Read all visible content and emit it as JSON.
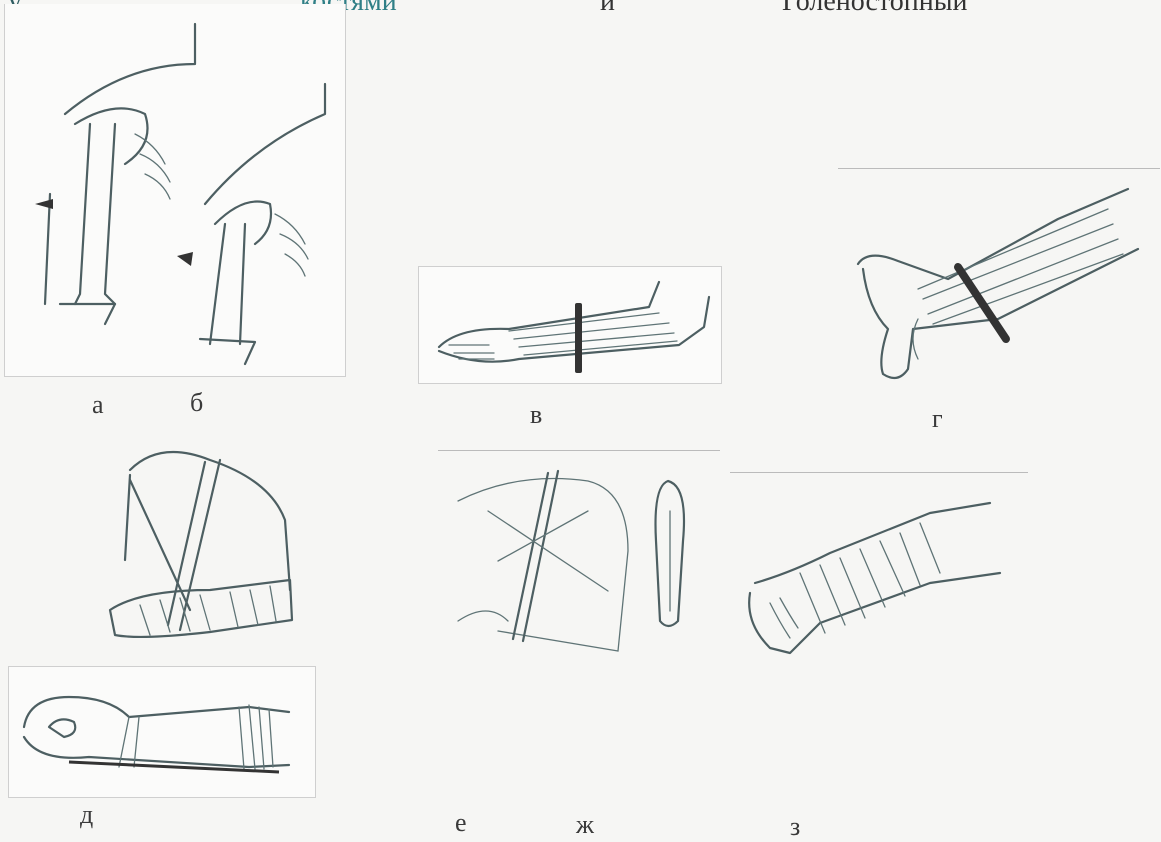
{
  "header": {
    "left_fragment": "у",
    "mid_fragment": "костями",
    "center_fragment": "и",
    "right_fragment": "Голеностопный"
  },
  "labels": {
    "a": "а",
    "b": "б",
    "v": "в",
    "g": "г",
    "d": "д",
    "e": "е",
    "zh": "ж",
    "z": "з"
  },
  "colors": {
    "line": "#4d5f62",
    "band": "#333333",
    "accent_text": "#2f7f86"
  }
}
